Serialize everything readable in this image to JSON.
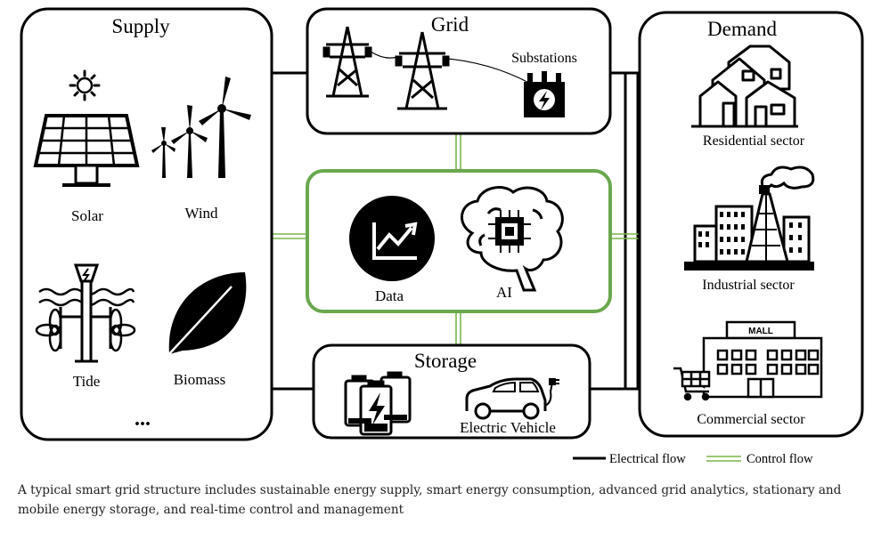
{
  "supply": {
    "title": "Supply",
    "solar": "Solar",
    "wind": "Wind",
    "tide": "Tide",
    "biomass": "Biomass",
    "more": "..."
  },
  "grid": {
    "title": "Grid",
    "substations": "Substations"
  },
  "center": {
    "data": "Data",
    "ai": "AI"
  },
  "storage": {
    "title": "Storage",
    "ev": "Electric Vehicle"
  },
  "demand": {
    "title": "Demand",
    "residential": "Residential sector",
    "industrial": "Industrial sector",
    "commercial": "Commercial sector",
    "mall_sign": "MALL"
  },
  "legend": {
    "electrical": "Electrical flow",
    "control": "Control flow"
  },
  "caption": "A typical smart grid structure includes sustainable energy supply, smart energy consumption, advanced grid analytics, stationary and mobile energy storage, and real-time control and management",
  "colors": {
    "electrical": "#000000",
    "control": "#7ab648",
    "ai_border": "#6aa84f"
  }
}
